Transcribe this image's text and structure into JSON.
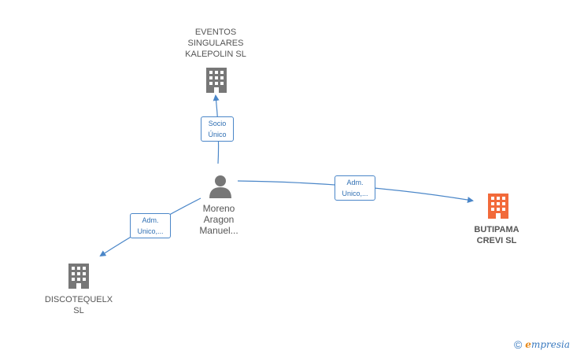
{
  "nodes": {
    "eventos": {
      "label": "EVENTOS\nSINGULARES\nKALEPOLIN SL",
      "color": "#777777"
    },
    "person": {
      "label": "Moreno\nAragon\nManuel...",
      "color": "#777777"
    },
    "butipama": {
      "label": "BUTIPAMA\nCREVI SL",
      "color": "#f26a3a"
    },
    "discotequelx": {
      "label": "DISCOTEQUELX\nSL",
      "color": "#777777"
    }
  },
  "edges": {
    "socio": {
      "label": "Socio\nÚnico"
    },
    "adm_right": {
      "label": "Adm.\nUnico,..."
    },
    "adm_left": {
      "label": "Adm.\nUnico,..."
    }
  },
  "footer": {
    "copyright": "©",
    "brand_initial": "e",
    "brand_rest": "mpresia"
  },
  "colors": {
    "edge": "#4a86c8",
    "building_gray": "#777777",
    "building_orange": "#f26a3a"
  }
}
